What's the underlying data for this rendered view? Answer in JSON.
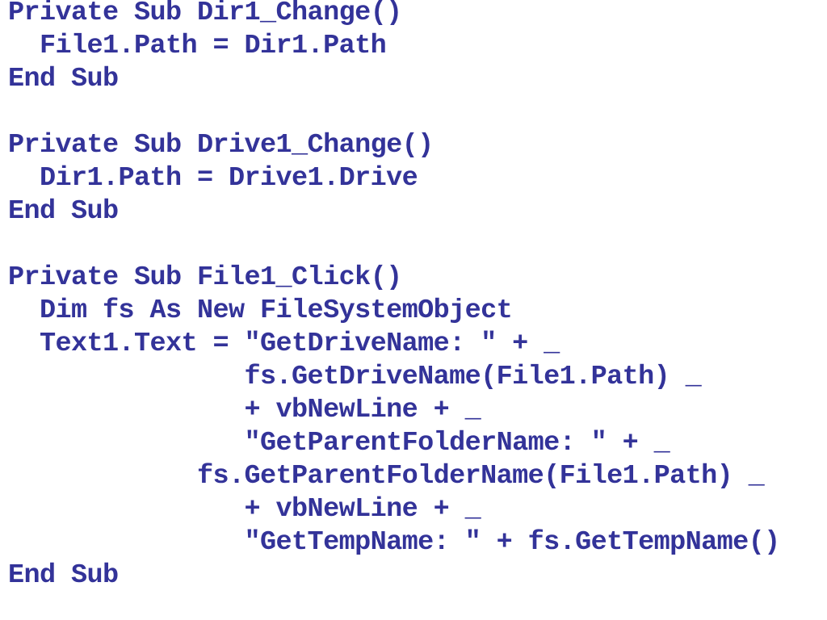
{
  "code_lines": [
    "Private Sub Dir1_Change()",
    "  File1.Path = Dir1.Path",
    "End Sub",
    "",
    "Private Sub Drive1_Change()",
    "  Dir1.Path = Drive1.Drive",
    "End Sub",
    "",
    "Private Sub File1_Click()",
    "  Dim fs As New FileSystemObject",
    "  Text1.Text = \"GetDriveName: \" + _",
    "               fs.GetDriveName(File1.Path) _",
    "               + vbNewLine + _",
    "               \"GetParentFolderName: \" + _",
    "            fs.GetParentFolderName(File1.Path) _",
    "               + vbNewLine + _",
    "               \"GetTempName: \" + fs.GetTempName()",
    "End Sub"
  ],
  "colors": {
    "text": "#333399",
    "background": "#ffffff"
  }
}
